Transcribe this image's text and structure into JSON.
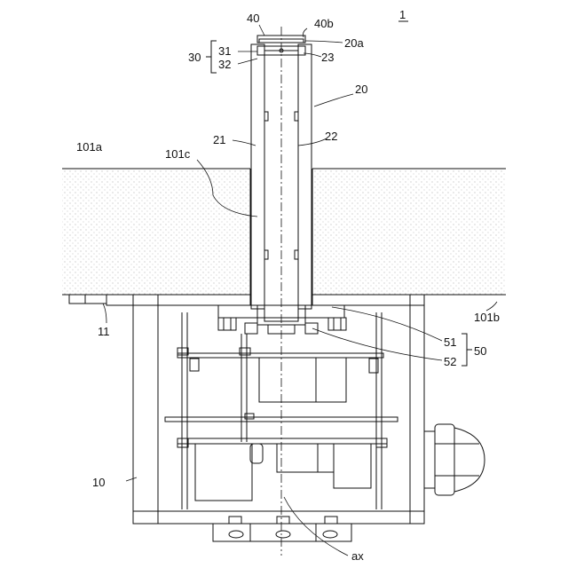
{
  "figure": {
    "number": "1",
    "labels": {
      "r40": "40",
      "r40b": "40b",
      "r20a": "20a",
      "r31": "31",
      "r32": "32",
      "r30": "30",
      "r23": "23",
      "r20": "20",
      "r21": "21",
      "r22": "22",
      "r101a": "101a",
      "r101c": "101c",
      "r101b": "101b",
      "r11": "11",
      "r51": "51",
      "r52": "52",
      "r50": "50",
      "r10": "10",
      "ax": "ax"
    }
  }
}
